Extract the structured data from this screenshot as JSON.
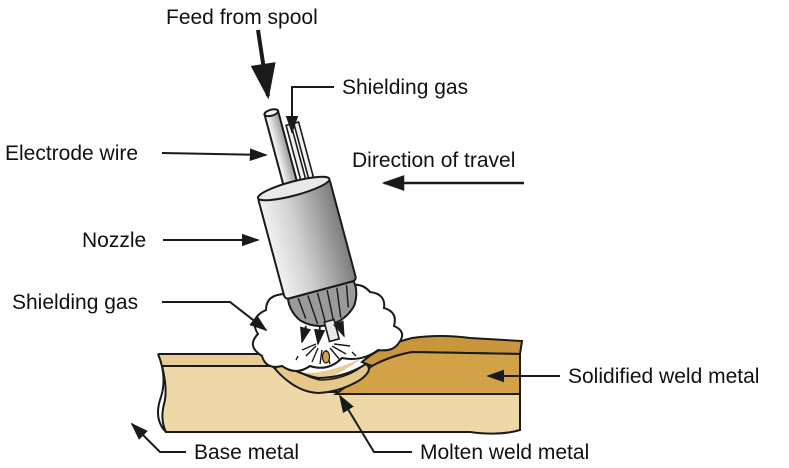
{
  "labels": {
    "feed": "Feed from spool",
    "shielding_gas_top": "Shielding gas",
    "electrode_wire": "Electrode wire",
    "direction_of_travel": "Direction of travel",
    "nozzle": "Nozzle",
    "shielding_gas_left": "Shielding gas",
    "solidified_weld_metal": "Solidified weld metal",
    "base_metal": "Base metal",
    "molten_weld_metal": "Molten weld metal"
  },
  "colors": {
    "base_metal": "#efd8a8",
    "base_metal_edge": "#e2c690",
    "weld_metal": "#d2a247",
    "nozzle_light": "#e4e4e4",
    "nozzle_dark": "#8a8a8a",
    "outline": "#1a1a1a"
  }
}
